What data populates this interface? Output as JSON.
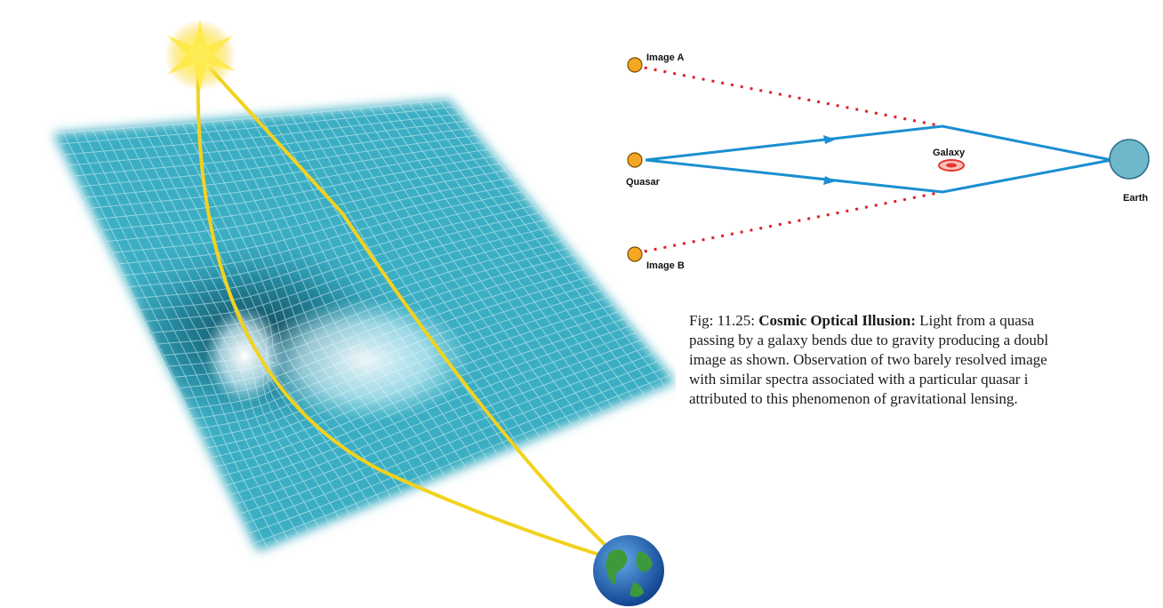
{
  "diagram": {
    "labels": {
      "image_a": "Image A",
      "image_b": "Image B",
      "quasar": "Quasar",
      "galaxy": "Galaxy",
      "earth": "Earth"
    },
    "colors": {
      "light_path": "#1a8fd1",
      "apparent_path": "#e21f26",
      "quasar_fill": "#f5a623",
      "earth_fill": "#6fb8cc",
      "galaxy_ring": "#e8342e",
      "spacetime_grid": "#2a9fb5",
      "light_ray": "#f2d21f"
    }
  },
  "caption": {
    "prefix": "Fig: 11.25: ",
    "title": "Cosmic Optical Illusion:",
    "line1_rest": " Light from a quasa",
    "line2": "passing by a galaxy bends due to gravity producing a doubl",
    "line3": "image as shown. Observation of two barely resolved image",
    "line4": "with similar spectra associated with a particular quasar i",
    "line5": "attributed to this phenomenon of gravitational lensing."
  }
}
